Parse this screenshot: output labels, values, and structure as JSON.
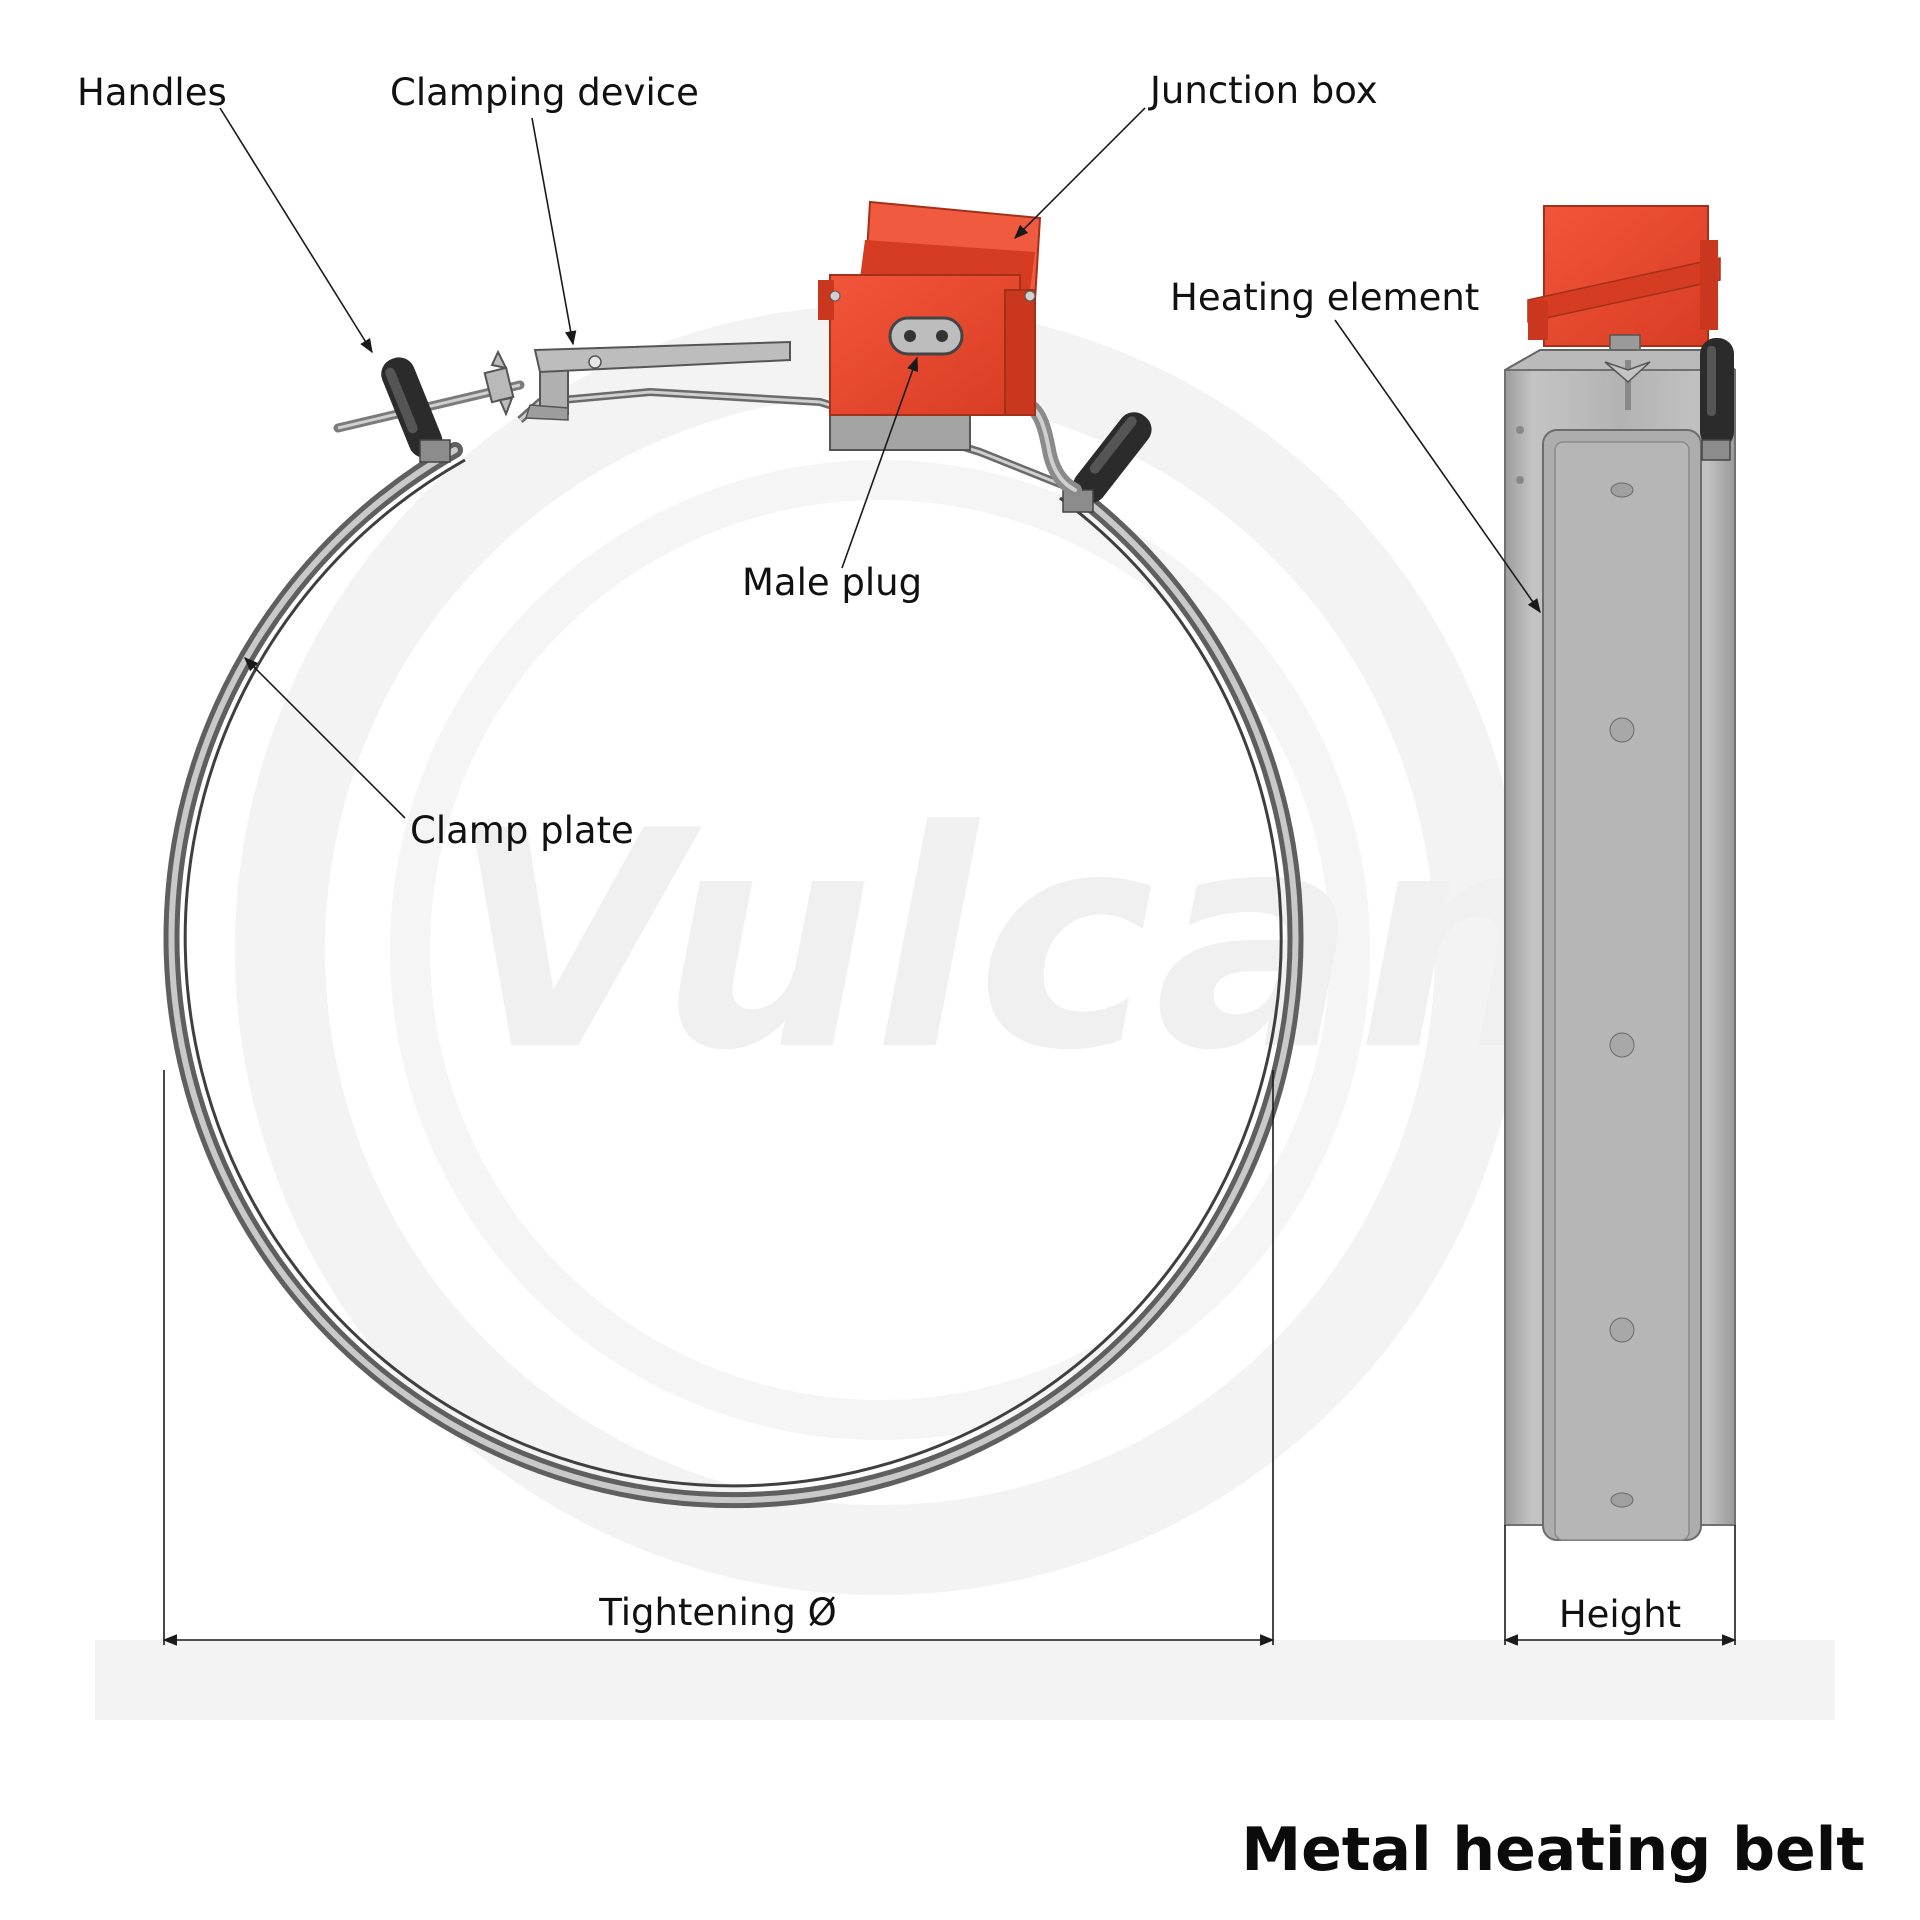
{
  "title": "Metal heating belt",
  "watermark": "Vulcan",
  "labels": {
    "handles": "Handles",
    "clamping_device": "Clamping device",
    "junction_box": "Junction box",
    "heating_element": "Heating element",
    "male_plug": "Male plug",
    "clamp_plate": "Clamp plate"
  },
  "dimensions": {
    "tightening_diameter": "Tightening Ø",
    "height": "Height"
  },
  "colors": {
    "junction_box": "#e8472a",
    "junction_box_dark": "#b9331c",
    "heating_element": "#b4b4b4",
    "steel_band": "#6e6e6e",
    "handle": "#2b2b2b",
    "watermark": "#f0f0f0"
  }
}
